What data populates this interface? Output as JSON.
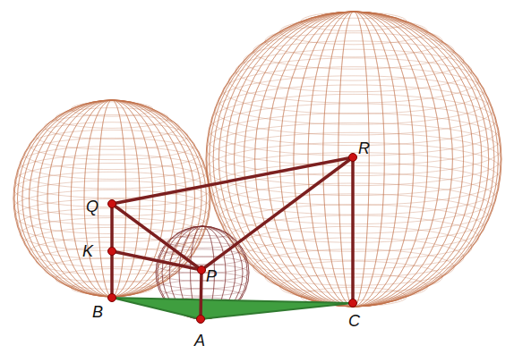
{
  "diagram": {
    "labels": [
      "Q",
      "R",
      "K",
      "P",
      "B",
      "A",
      "C"
    ]
  }
}
